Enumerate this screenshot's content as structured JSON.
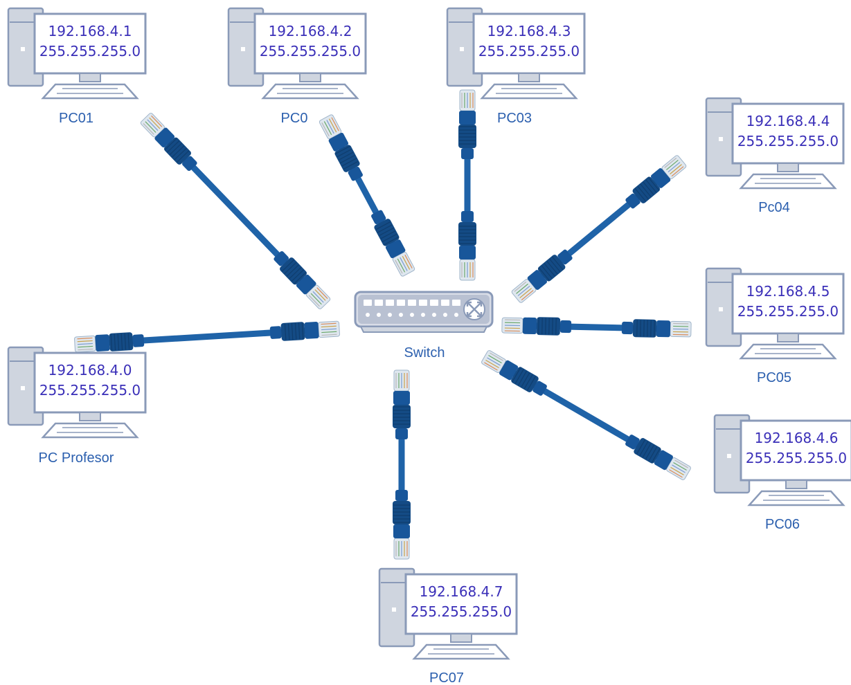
{
  "colors": {
    "cable": "#1f63a8",
    "cable_dark": "#144b85",
    "boot": "#18569a",
    "plug": "#dfe7ef",
    "pc_outline": "#8a9ab8",
    "pc_fill": "#cfd5df",
    "screen": "#ffffff",
    "ip_text": "#3a2fb8",
    "label_text": "#2b5fae"
  },
  "switch": {
    "label": "Switch",
    "icon": "network-switch-icon"
  },
  "nodes": [
    {
      "id": "pc01",
      "name": "PC01",
      "ip": "192.168.4.1",
      "mask": "255.255.255.0",
      "icon": "desktop-computer-icon"
    },
    {
      "id": "pc02",
      "name": "PC0",
      "ip": "192.168.4.2",
      "mask": "255.255.255.0",
      "icon": "desktop-computer-icon"
    },
    {
      "id": "pc03",
      "name": "PC03",
      "ip": "192.168.4.3",
      "mask": "255.255.255.0",
      "icon": "desktop-computer-icon"
    },
    {
      "id": "pc04",
      "name": "Pc04",
      "ip": "192.168.4.4",
      "mask": "255.255.255.0",
      "icon": "desktop-computer-icon"
    },
    {
      "id": "pc05",
      "name": "PC05",
      "ip": "192.168.4.5",
      "mask": "255.255.255.0",
      "icon": "desktop-computer-icon"
    },
    {
      "id": "pc06",
      "name": "PC06",
      "ip": "192.168.4.6",
      "mask": "255.255.255.0",
      "icon": "desktop-computer-icon"
    },
    {
      "id": "pc07",
      "name": "PC07",
      "ip": "192.168.4.7",
      "mask": "255.255.255.0",
      "icon": "desktop-computer-icon"
    },
    {
      "id": "pc-profesor",
      "name": "PC Profesor",
      "ip": "192.168.4.0",
      "mask": "255.255.255.0",
      "icon": "desktop-computer-icon"
    }
  ],
  "links": [
    {
      "from": "pc01",
      "to": "switch",
      "type": "ethernet-cable"
    },
    {
      "from": "pc02",
      "to": "switch",
      "type": "ethernet-cable"
    },
    {
      "from": "pc03",
      "to": "switch",
      "type": "ethernet-cable"
    },
    {
      "from": "pc04",
      "to": "switch",
      "type": "ethernet-cable"
    },
    {
      "from": "pc05",
      "to": "switch",
      "type": "ethernet-cable"
    },
    {
      "from": "pc06",
      "to": "switch",
      "type": "ethernet-cable"
    },
    {
      "from": "pc07",
      "to": "switch",
      "type": "ethernet-cable"
    },
    {
      "from": "pc-profesor",
      "to": "switch",
      "type": "ethernet-cable"
    }
  ]
}
